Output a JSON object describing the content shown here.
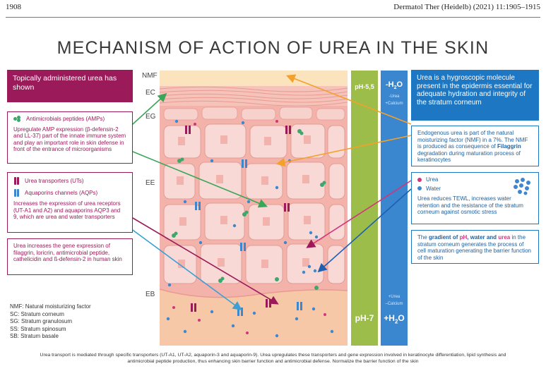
{
  "header": {
    "page_number": "1908",
    "journal": "Dermatol Ther (Heidelb) (2021) 11:1905–1915"
  },
  "figure": {
    "title": "MECHANISM OF ACTION OF UREA IN THE SKIN",
    "layers": {
      "nmf": "NMF",
      "ec": "EC",
      "eg": "EG",
      "ee": "EE",
      "eb": "EB"
    },
    "ph_top": "pH-5,5",
    "ph_bottom": "pH-7",
    "h2o_top_sign": "-H",
    "h2o_sub": "2",
    "h2o_sup": "O",
    "h2o_top_urea": "-Urea",
    "h2o_top_calcium": "+Calcium",
    "h2o_bottom_urea": "+Urea",
    "h2o_bottom_calcium": "–Calcium",
    "h2o_bottom_sign": "+H",
    "left": {
      "topical": "Topically administered urea has shown",
      "amp_label": "Antimicrobials peptides (AMPs)",
      "amp_text": "Upregulate AMP expression (β-defensin-2 and LL-37) part of the innate immune system and play an important role in skin defense in front of the entrance of microorganisms",
      "ut_label": "Urea transporters (UTs)",
      "aqp_label": "Aquaporins channels (AQPs)",
      "ut_text": "Increases the expression of urea receptors (UT-A1 and A2) and aquaporins AQP3 and 9, which are urea and water transporters",
      "gene_text": "Urea increases the gene expression of filaggrin, loricrin, antimicrobial peptide, cathelicidin and ß-defensin-2 in human skin"
    },
    "right": {
      "hygro": "Urea is a hygroscopic molecule present in the epidermis essential for adequate hydration and integrity of the stratum corneum",
      "nmf_text_1": "Endogenous urea is part of the natural moisturizing factor (NMF) in a 7%. The NMF is produced as consequence of",
      "nmf_filaggrin": "Filaggrin",
      "nmf_text_2": "degradation during maturation process of keratinocytes",
      "urea_label": "Urea",
      "water_label": "Water",
      "tewl_text": "Urea reduces TEWL, increases water retention and the resistance of the stratum corneum against osmotic stress",
      "gradient_1": "The",
      "gradient_2": "gradient of",
      "gradient_ph": "pH",
      "gradient_3": ", water and",
      "gradient_urea": "urea",
      "gradient_4": "in the stratum corneum generates the process of cell maturation generating the barrier function of the skin"
    },
    "legend": [
      "NMF: Natural moisturizing factor",
      "SC: Stratum corneum",
      "SG: Stratum granulosum",
      "SS: Stratum spinosum",
      "SB: Stratum basale"
    ],
    "colors": {
      "magenta": "#9b1b5a",
      "blue": "#1e77c3",
      "green_band": "#9dbd4a",
      "blue_band": "#3a86cf",
      "cell": "#f8d9d6",
      "tissue": "#f3b3ab"
    }
  },
  "caption": "Urea transport is mediated through specific transporters (UT-A1, UT-A2, aquaporin-3 and aquaporin-9). Urea upregulates these transporters and gene expression involved in keratinocyte differentiation, lipid synthesis and antimicrobial peptide production, thus enhancing skin barrier function and antimicrobial defense. Normalize the barrier function of the skin"
}
